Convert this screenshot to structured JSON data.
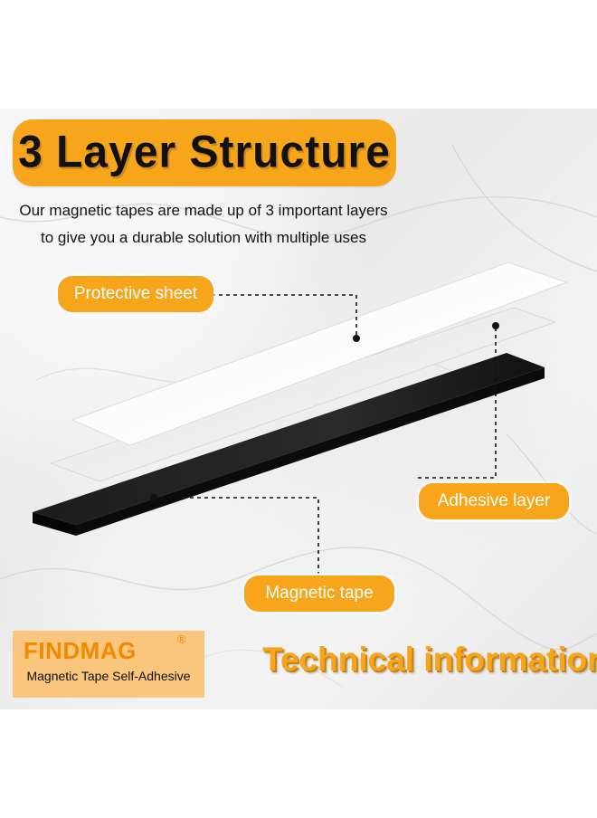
{
  "title": "3 Layer Structure",
  "intro": {
    "line1": "Our magnetic tapes are made up of 3 important layers",
    "line2": "to give you a durable solution with multiple uses"
  },
  "labels": {
    "protective_sheet": "Protective sheet",
    "adhesive_layer": "Adhesive layer",
    "magnetic_tape": "Magnetic tape"
  },
  "brand": {
    "name": "FINDMAG",
    "registered_mark": "®",
    "subtitle": "Magnetic Tape Self-Adhesive"
  },
  "section_heading": "Technical information",
  "colors": {
    "accent_orange": "#f7a51b",
    "brand_orange": "#f08a00",
    "tape_black": "#111111",
    "label_text": "#ffffff"
  }
}
